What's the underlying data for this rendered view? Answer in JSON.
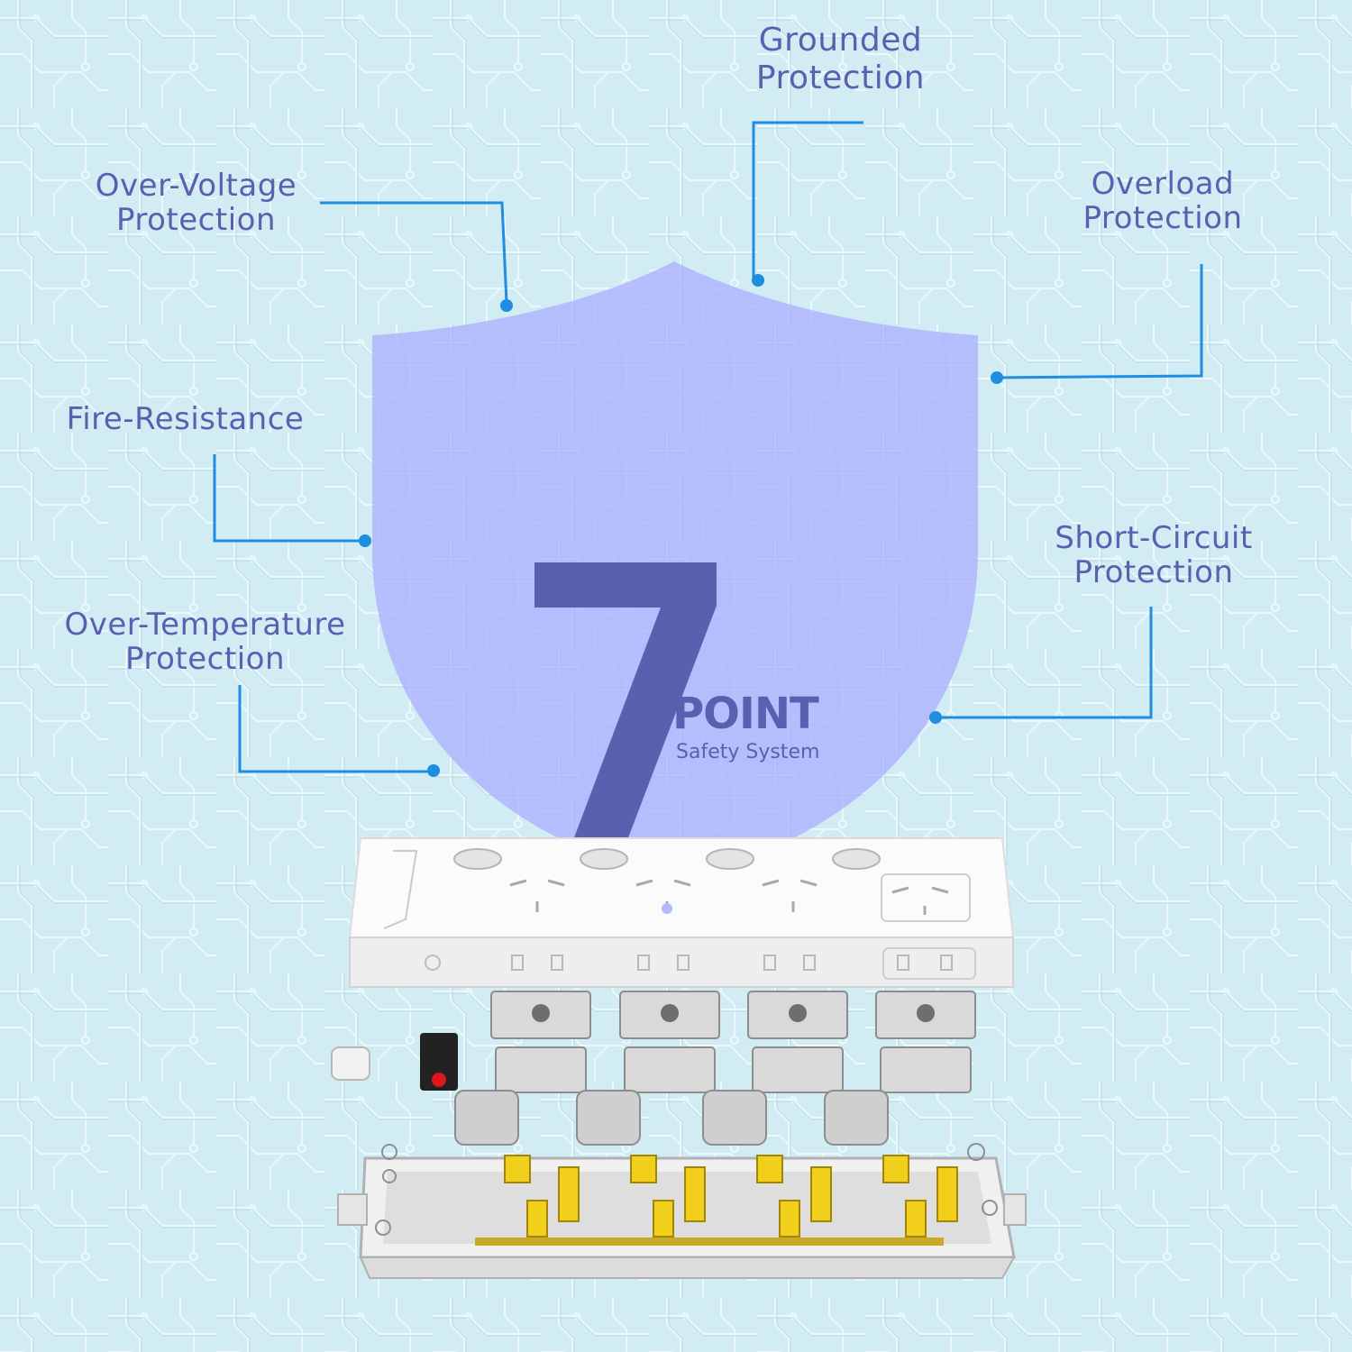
{
  "features": [
    {
      "id": "grounded",
      "lines": [
        "Grounded",
        "Protection"
      ]
    },
    {
      "id": "over-voltage",
      "lines": [
        "Over-Voltage",
        "Protection"
      ]
    },
    {
      "id": "overload",
      "lines": [
        "Overload",
        "Protection"
      ]
    },
    {
      "id": "fire",
      "lines": [
        "Fire-Resistance"
      ]
    },
    {
      "id": "short-circuit",
      "lines": [
        "Short-Circuit",
        "Protection"
      ]
    },
    {
      "id": "over-temperature",
      "lines": [
        "Over-Temperature",
        "Protection"
      ]
    }
  ],
  "badge": {
    "number": "7",
    "point": "POINT",
    "subtitle": "Safety System"
  },
  "colors": {
    "text": "#5b5fb0",
    "leader": "#1f8de0",
    "shield": "#a8acff",
    "background": "#d2ecf4"
  }
}
